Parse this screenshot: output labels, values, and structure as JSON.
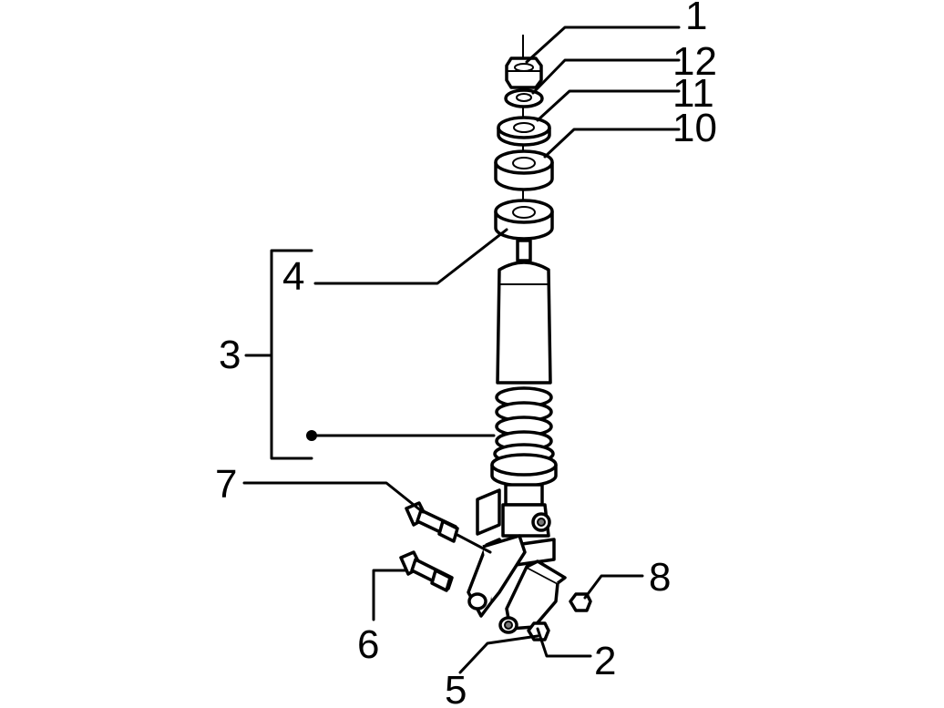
{
  "diagram": {
    "background_color": "#ffffff",
    "ink_color": "#000000",
    "callouts": [
      {
        "id": "1",
        "text": "1"
      },
      {
        "id": "12",
        "text": "12"
      },
      {
        "id": "11",
        "text": "11"
      },
      {
        "id": "10",
        "text": "10"
      },
      {
        "id": "4",
        "text": "4"
      },
      {
        "id": "3",
        "text": "3"
      },
      {
        "id": "7",
        "text": "7"
      },
      {
        "id": "8",
        "text": "8"
      },
      {
        "id": "6",
        "text": "6"
      },
      {
        "id": "2",
        "text": "2"
      },
      {
        "id": "5",
        "text": "5"
      }
    ]
  }
}
